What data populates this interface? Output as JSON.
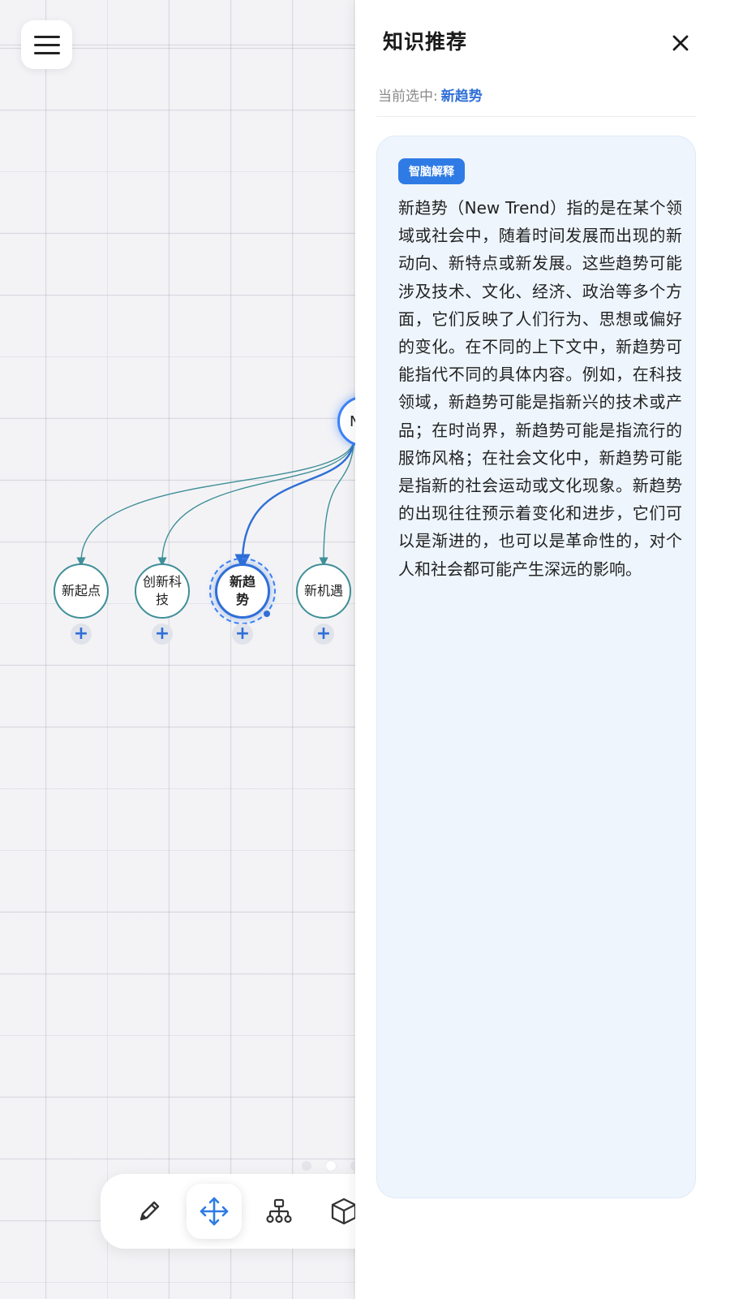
{
  "canvas": {
    "root_node": {
      "label": "N"
    },
    "children": [
      {
        "label": "新起点",
        "selected": false
      },
      {
        "label": "创新科技",
        "selected": false
      },
      {
        "label": "新趋势",
        "selected": true
      },
      {
        "label": "新机遇",
        "selected": false
      }
    ],
    "add_button_label": "+",
    "link_color": "#3f8f98",
    "selected_color": "#2f6fd6",
    "pager": {
      "total": 5,
      "active": 2
    }
  },
  "toolbar": {
    "tools": [
      {
        "name": "pencil-icon",
        "active": false
      },
      {
        "name": "move-icon",
        "active": true
      },
      {
        "name": "hierarchy-icon",
        "active": false
      },
      {
        "name": "cube-icon",
        "active": false
      }
    ]
  },
  "panel": {
    "title": "知识推荐",
    "close_icon": "close-icon",
    "selected_prefix": "当前选中:",
    "selected_value": "新趋势",
    "badge": "智脑解释",
    "description": "新趋势（New Trend）指的是在某个领域或社会中，随着时间发展而出现的新动向、新特点或新发展。这些趋势可能涉及技术、文化、经济、政治等多个方面，它们反映了人们行为、思想或偏好的变化。在不同的上下文中，新趋势可能指代不同的具体内容。例如，在科技领域，新趋势可能是指新兴的技术或产品；在时尚界，新趋势可能是指流行的服饰风格；在社会文化中，新趋势可能是指新的社会运动或文化现象。新趋势的出现往往预示着变化和进步，它们可以是渐进的，也可以是革命性的，对个人和社会都可能产生深远的影响。",
    "accent_color": "#2f7be5"
  }
}
